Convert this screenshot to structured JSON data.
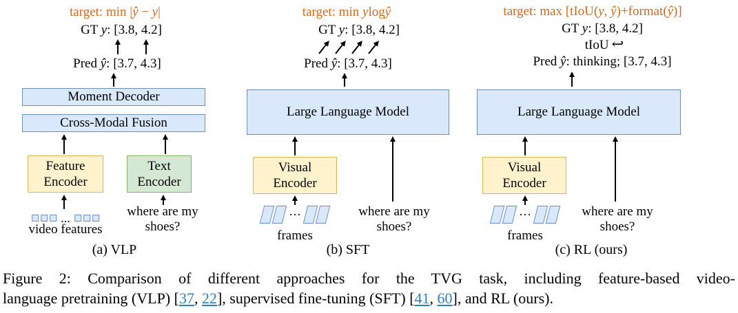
{
  "colors": {
    "orange": "#d2691e",
    "blue-fill": "#dae8fc",
    "blue-stroke": "#6c8ebf",
    "yellow-fill": "#fff2cc",
    "yellow-stroke": "#d6b656",
    "green-fill": "#d5e8d4",
    "green-stroke": "#82b366",
    "cite": "#2e7ebc"
  },
  "panels": [
    {
      "target_segs": [
        {
          "t": "target: min |"
        },
        {
          "t": "ŷ"
        },
        {
          "t": " − "
        },
        {
          "t": "y"
        },
        {
          "t": "|"
        }
      ],
      "gt_segs": [
        {
          "t": "GT "
        },
        {
          "t": "y"
        },
        {
          "t": ": [3.8, 4.2]"
        }
      ],
      "pred_segs": [
        {
          "t": "Pred "
        },
        {
          "t": "ŷ"
        },
        {
          "t": ": [3.7, 4.3]"
        }
      ],
      "boxes": {
        "decoder": "Moment Decoder",
        "fusion": "Cross-Modal Fusion",
        "feature_encoder_l1": "Feature",
        "feature_encoder_l2": "Encoder",
        "text_encoder_l1": "Text",
        "text_encoder_l2": "Encoder"
      },
      "inputs": {
        "video_dots": "...",
        "video_label": "video features",
        "query_l1": "where are my",
        "query_l2": "shoes?"
      },
      "caption": "(a) VLP"
    },
    {
      "target_segs": [
        {
          "t": "target: min "
        },
        {
          "t": "y"
        },
        {
          "t": "log"
        },
        {
          "t": "ŷ"
        }
      ],
      "gt_segs": [
        {
          "t": "GT "
        },
        {
          "t": "y"
        },
        {
          "t": ": [3.8, 4.2]"
        }
      ],
      "pred_segs": [
        {
          "t": "Pred "
        },
        {
          "t": "ŷ"
        },
        {
          "t": ": [3.7, 4.3]"
        }
      ],
      "boxes": {
        "llm": "Large Language Model",
        "visual_encoder_l1": "Visual",
        "visual_encoder_l2": "Encoder"
      },
      "inputs": {
        "frames_dots": "···",
        "frames_label": "frames",
        "query_l1": "where are my",
        "query_l2": "shoes?"
      },
      "caption": "(b) SFT"
    },
    {
      "target_segs": [
        {
          "t": "target: max [tIoU("
        },
        {
          "t": "y"
        },
        {
          "t": ", "
        },
        {
          "t": "ŷ"
        },
        {
          "t": ")+format("
        },
        {
          "t": "ŷ"
        },
        {
          "t": ")]"
        }
      ],
      "gt_segs": [
        {
          "t": "GT "
        },
        {
          "t": "y"
        },
        {
          "t": ": [3.8, 4.2]"
        }
      ],
      "tiou": {
        "label": "tIoU",
        "arrow": "↩"
      },
      "pred_segs": [
        {
          "t": "Pred "
        },
        {
          "t": "ŷ"
        },
        {
          "t": ": thinking; [3.7, 4.3]"
        }
      ],
      "boxes": {
        "llm": "Large Language Model",
        "visual_encoder_l1": "Visual",
        "visual_encoder_l2": "Encoder"
      },
      "inputs": {
        "frames_dots": "···",
        "frames_label": "frames",
        "query_l1": "where are my",
        "query_l2": "shoes?"
      },
      "caption": "(c) RL (ours)"
    }
  ],
  "figure_caption": {
    "line1": "Figure 2: Comparison of different approaches for the TVG task, including feature-based video-",
    "line2_segs": [
      {
        "t": "language pretraining (VLP) ["
      },
      {
        "t": "37",
        "cite": true
      },
      {
        "t": ", "
      },
      {
        "t": "22",
        "cite": true
      },
      {
        "t": "], supervised fine-tuning (SFT) ["
      },
      {
        "t": "41",
        "cite": true
      },
      {
        "t": ", "
      },
      {
        "t": "60",
        "cite": true
      },
      {
        "t": "], and RL (ours)."
      }
    ]
  }
}
